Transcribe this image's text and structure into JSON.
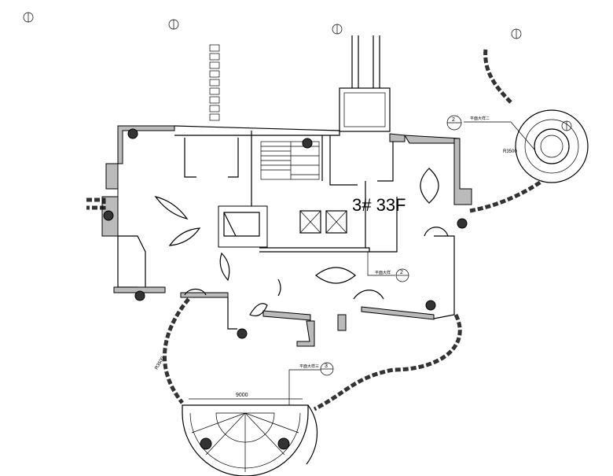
{
  "title": "3# 33F",
  "dimensions": {
    "bottom_width": "9000",
    "radius_right": "R3500",
    "radius_left": "R3500"
  },
  "callouts": [
    {
      "number": "2",
      "label": "平面大样二"
    },
    {
      "number": "2",
      "label": "平面大样"
    },
    {
      "number": "3",
      "label": "平面大样三"
    }
  ],
  "colors": {
    "line": "#000000",
    "wall_fill": "#bbbbbb",
    "column": "#333333"
  }
}
